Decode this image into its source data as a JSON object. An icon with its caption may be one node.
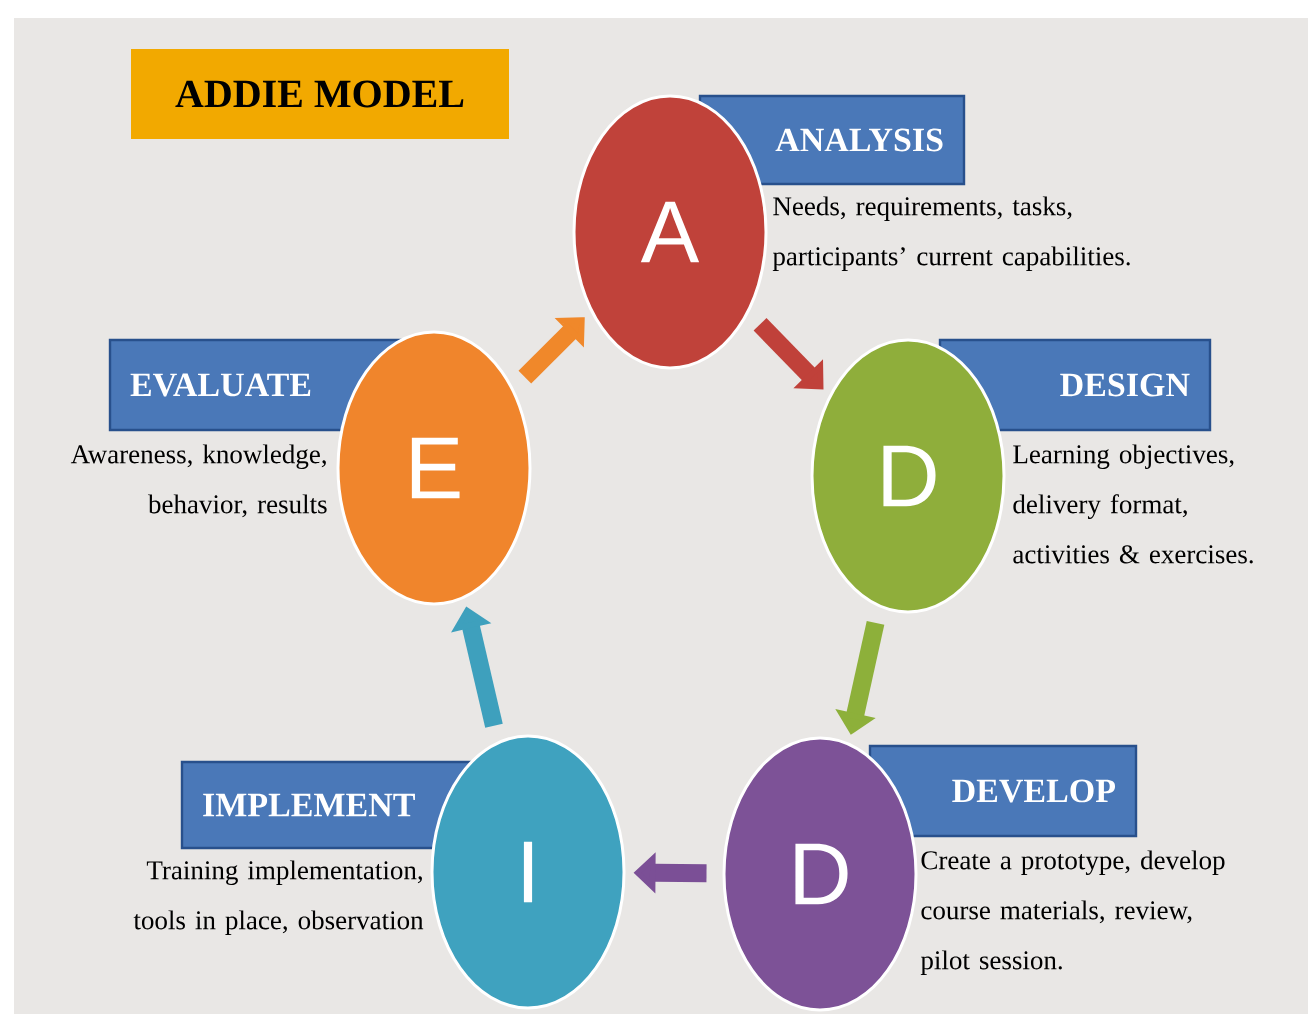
{
  "diagram": {
    "title": "ADDIE MODEL",
    "nodes": [
      {
        "text": [
          "ANALYSIS"
        ],
        "beside": [
          "Needs, requirements, tasks, participants’ current capabilities."
        ]
      },
      {
        "text": [
          "A"
        ]
      },
      {
        "text": [
          "DESIGN"
        ],
        "beside": [
          "Learning objectives, delivery format, activities & exercises."
        ]
      },
      {
        "text": [
          "D"
        ]
      },
      {
        "text": [
          "DEVELOP"
        ],
        "beside": [
          "Create a prototype, develop course materials, review, pilot session."
        ]
      },
      {
        "text": [
          "D"
        ]
      },
      {
        "text": [
          "IMPLEMENT"
        ],
        "beside": [
          "Training implementation, tools in place, observation"
        ]
      },
      {
        "text": [
          "I"
        ]
      },
      {
        "text": [
          "EVALUATE"
        ],
        "beside": [
          "Awareness, knowledge, behavior, results"
        ]
      },
      {
        "text": [
          "E"
        ]
      }
    ],
    "edges": [
      {
        "from": 1,
        "to": 3,
        "arrow": "to",
        "color": "#c0413a"
      },
      {
        "from": 3,
        "to": 5,
        "arrow": "to",
        "color": "#8db03a"
      },
      {
        "from": 5,
        "to": 7,
        "arrow": "to",
        "color": "#7b4f96"
      },
      {
        "from": 7,
        "to": 9,
        "arrow": "to",
        "color": "#3ea0bd"
      },
      {
        "from": 9,
        "to": 1,
        "arrow": "to",
        "color": "#f0882a"
      }
    ]
  }
}
